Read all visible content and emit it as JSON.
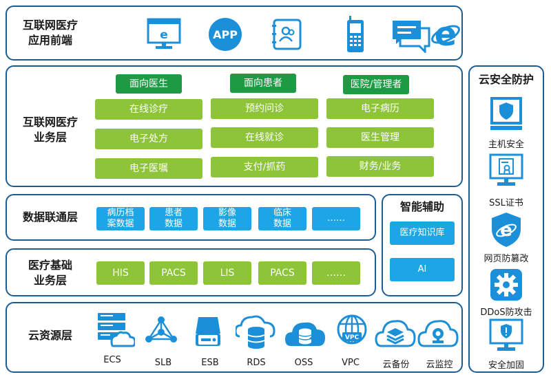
{
  "frontend": {
    "title": "互联网医疗\n应用前端",
    "icons": [
      "web-browser-screen-icon",
      "app-icon",
      "contacts-book-icon",
      "mobile-phone-icon",
      "chat-message-icon",
      "internet-explorer-icon"
    ],
    "app_text": "APP"
  },
  "business": {
    "title": "互联网医疗\n业务层",
    "columns": [
      {
        "header": "面向医生",
        "items": [
          "在线诊疗",
          "电子处方",
          "电子医嘱"
        ]
      },
      {
        "header": "面向患者",
        "items": [
          "预约问诊",
          "在线就诊",
          "支付/抓药"
        ]
      },
      {
        "header": "医院/管理者",
        "items": [
          "电子病历",
          "医生管理",
          "财务/业务"
        ]
      }
    ]
  },
  "data_layer": {
    "title": "数据联通层",
    "items": [
      "病历档\n案数据",
      "患者\n数据",
      "影像\n数据",
      "临床\n数据",
      "……"
    ]
  },
  "base_layer": {
    "title": "医疗基础\n业务层",
    "items": [
      "HIS",
      "PACS",
      "LIS",
      "PACS",
      "……"
    ]
  },
  "ai": {
    "title": "智能辅助",
    "items": [
      "医疗知识库",
      "AI"
    ]
  },
  "cloud": {
    "title": "云资源层",
    "items": [
      {
        "label": "ECS",
        "icon": "server-cloud-icon"
      },
      {
        "label": "SLB",
        "icon": "load-balancer-network-icon"
      },
      {
        "label": "ESB",
        "icon": "storage-drive-icon"
      },
      {
        "label": "RDS",
        "icon": "database-cloud-icon"
      },
      {
        "label": "OSS",
        "icon": "object-storage-cloud-icon"
      },
      {
        "label": "VPC",
        "icon": "vpc-globe-icon"
      },
      {
        "label": "云备份",
        "icon": "backup-cloud-icon"
      },
      {
        "label": "云监控",
        "icon": "monitor-camera-cloud-icon"
      }
    ]
  },
  "security": {
    "title": "云安全防护",
    "items": [
      {
        "label": "主机安全",
        "icon": "host-shield-icon"
      },
      {
        "label": "SSL证书",
        "icon": "ssl-certificate-icon"
      },
      {
        "label": "网页防篡改",
        "icon": "web-tamper-shield-icon"
      },
      {
        "label": "DDoS防攻击",
        "icon": "ddos-gear-icon"
      },
      {
        "label": "安全加固",
        "icon": "security-hardening-monitor-icon"
      }
    ]
  },
  "colors": {
    "border": "#1b5c93",
    "icon_blue": "#1c8fd9",
    "dark_green": "#1e9a45",
    "light_green": "#8dc43a",
    "light_blue": "#1da6e5"
  }
}
